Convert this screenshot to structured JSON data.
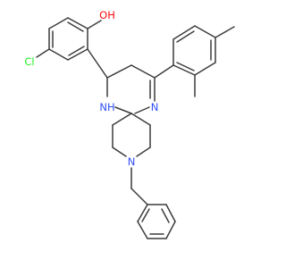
{
  "atom_labels": {
    "oh": "OH",
    "cl": "Cl",
    "nh": "NH",
    "n_imine": "N",
    "n_piperidine": "N"
  },
  "colors": {
    "bond": "#3c3c3c",
    "oxygen": "#ff0d0d",
    "chlorine": "#1ff01f",
    "nitrogen": "#3050f8",
    "background": "#ffffff"
  }
}
